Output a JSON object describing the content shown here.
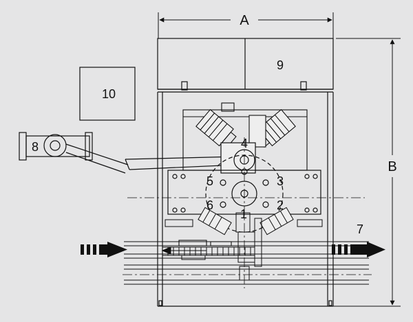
{
  "dimensions": {
    "width_label": "A",
    "height_label": "B"
  },
  "callouts": [
    "1",
    "2",
    "3",
    "4",
    "5",
    "6",
    "7",
    "8",
    "9",
    "10"
  ],
  "colors": {
    "background": "#e5e5e6",
    "ink": "#111111"
  }
}
